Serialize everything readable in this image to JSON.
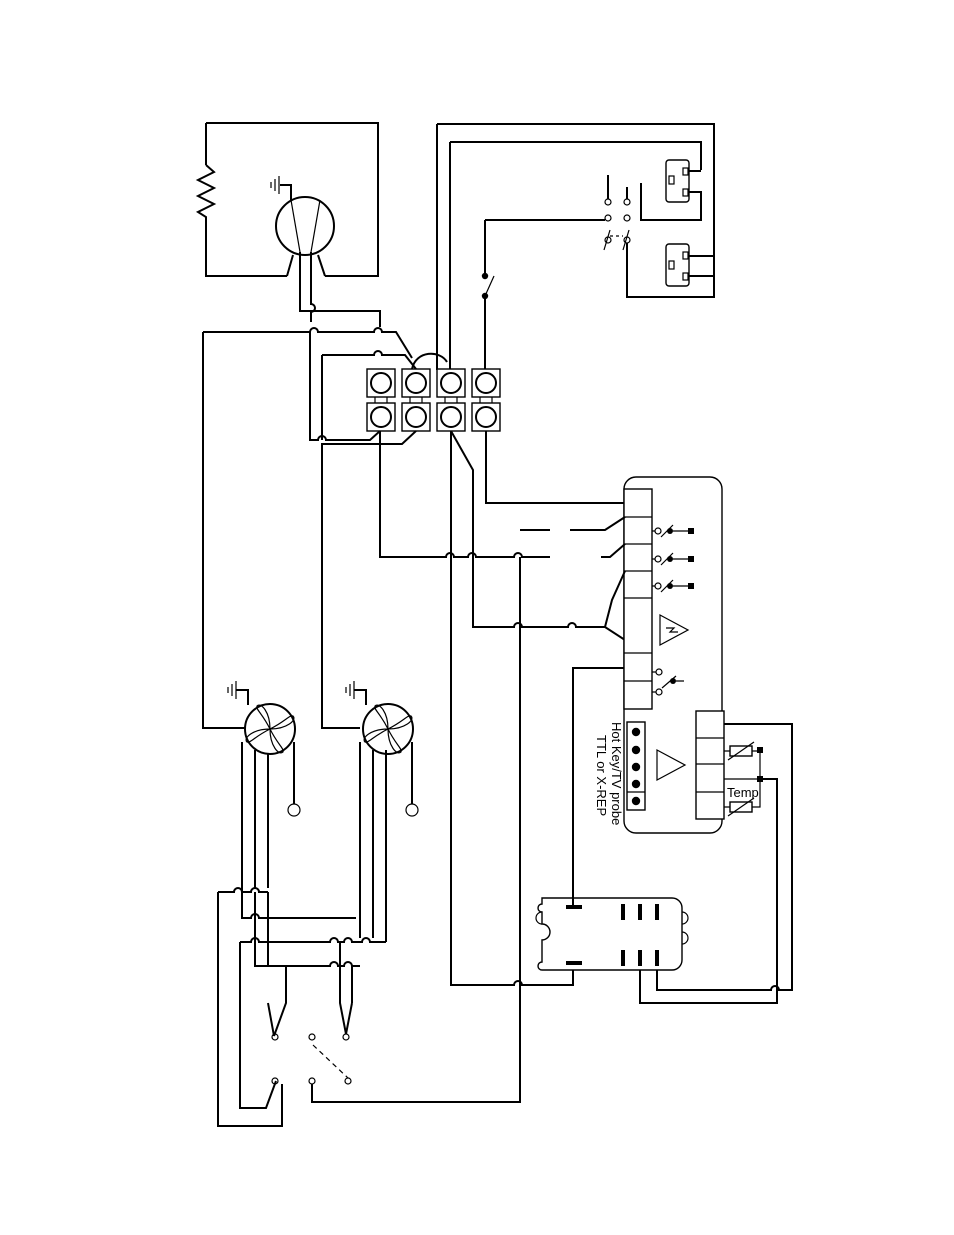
{
  "diagram": {
    "probe_label_line1": "Hot Key/TV probe",
    "probe_label_line2": "TTL or X-REP",
    "temp_label": "Temp"
  },
  "icons": {
    "compressor": "compressor-motor-icon",
    "fan": "fan-motor-icon",
    "ground": "ground-icon",
    "heater": "resistor-heater-icon",
    "warning": "warning-triangle-icon"
  },
  "colors": {
    "line": "#000000",
    "background": "#ffffff"
  }
}
